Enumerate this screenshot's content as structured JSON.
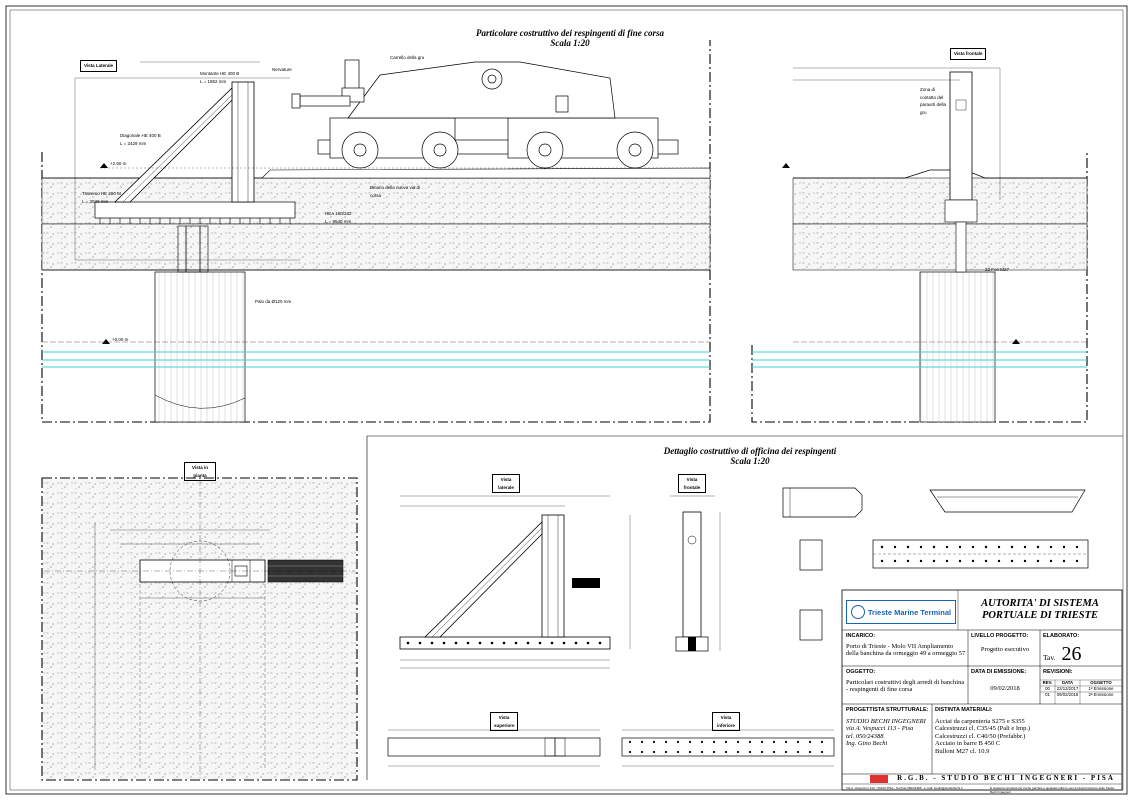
{
  "titles": {
    "top": "Particolare costruttivo dei respingenti di fine corsa",
    "top_scale": "Scala 1:20",
    "bottom": "Dettaglio costruttivo di officina dei respingenti",
    "bottom_scale": "Scala 1:20"
  },
  "view_tags": {
    "side": "Vista Laterale",
    "front": "Vista frontale",
    "plan": "Vista in pianta",
    "detail_side": "Vista laterale",
    "detail_front": "Vista frontale",
    "detail_top": "Vista superiore",
    "detail_bottom": "Vista inferiore"
  },
  "labels": {
    "nervature": "Nervature",
    "carrello": "Carrello della gru",
    "montante": "Montante HE 400 B",
    "montante_len": "L = 1852 mm",
    "diagonale": "Diagonale HE 400 B",
    "diagonale_len": "L = 2429 mm",
    "traverso": "Traverso HE 260 M",
    "traverso_len": "L = 3040 mm",
    "hea": "HEA 160/232",
    "hea_len": "L = 9540 mm",
    "binario": "Binario della nuova via di corsa",
    "palo": "Palo da Ø120 mm",
    "elev_top": "+2.60 m",
    "elev_water": "+0.00 m",
    "black_plate": "",
    "zona_contatto": "Zona di contatto del paraurti della gru",
    "tirafondi": "22 Fori M27"
  },
  "title_block": {
    "client_logo": "Trieste Marine Terminal",
    "authority_line1": "AUTORITA' DI SISTEMA",
    "authority_line2": "PORTUALE DI TRIESTE",
    "incarico_label": "INCARICO:",
    "incarico_text": "Porto di Trieste - Molo VII Ampliamento della banchina da ormeggio 49 a ormeggio 57",
    "livello_label": "LIVELLO PROGETTO:",
    "livello_text": "Progetto esecutivo",
    "elaborato_label": "ELABORATO:",
    "tav_label": "Tav.",
    "tav_number": "26",
    "oggetto_label": "OGGETTO:",
    "oggetto_text": "Particolari costruttivi degli arredi di banchina - respingenti di fine corsa",
    "data_label": "DATA DI EMISSIONE:",
    "data_text": "09/02/2018",
    "revisioni_label": "REVISIONI:",
    "rev_headers": [
      "REV.",
      "DATA",
      "OGGETTO"
    ],
    "rev_rows": [
      [
        "00",
        "22/12/2017",
        "1ª Emissione"
      ],
      [
        "01",
        "09/02/2018",
        "2ª Emissione"
      ]
    ],
    "progettista_label": "PROGETTISTA STRUTTURALE:",
    "progettista_lines": [
      "STUDIO BECHI INGEGNERI",
      "via A. Vespucci 113 - Pisa",
      "tel. 050/24388",
      "Ing.   Gino Bechi"
    ],
    "distinta_label": "DISTINTA MATERIALI:",
    "distinta_lines": [
      "Acciai da carpenteria S275 e S355",
      "Calcestruzzi cl. C35/45 (Pali e Imp.)",
      "Calcestruzzi cl. C40/50 (Prefabbr.)",
      "Acciaio in barre B 450 C",
      "Bulloni M27 cl. 10.9"
    ],
    "firm_strip": "R.G.B. - STUDIO BECHI INGEGNERI - PISA",
    "firm_address": "Via A. Vespucci n.113 - 56125 PISA - Tel./Fax 050/24388 - e-mail: studio@studiobechi.it",
    "copyright": "È vietata la riproduzione anche parziale e qualsiasi utilizzo senza l'autorizzazione dello Studio Bechi Ingegneri"
  },
  "colors": {
    "ink": "#000000",
    "water": "#3fd0d6",
    "logo_blue": "#1a66b3",
    "concrete": "#f4f4f4"
  }
}
